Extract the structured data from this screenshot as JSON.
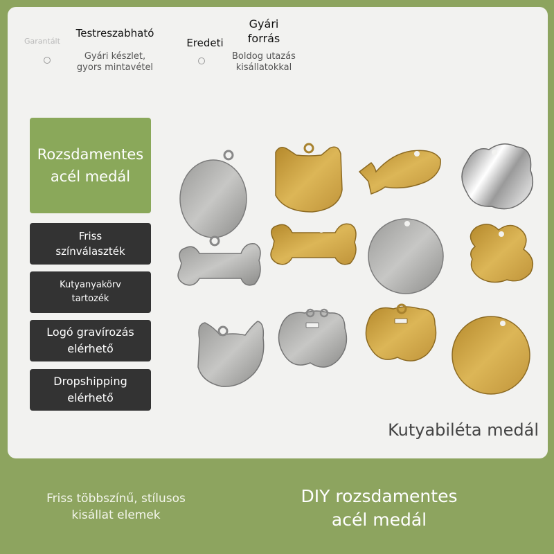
{
  "top_badges": [
    {
      "head": "Testreszabható",
      "sub": "Gyári készlet,\ngyors mintavétel"
    },
    {
      "head": "Eredeti",
      "sub": ""
    },
    {
      "head": "Gyári\nforrás",
      "sub": "Boldog utazás\nkisállatokkal"
    }
  ],
  "faded_label": "Garantált",
  "left_panel": {
    "title": "Rozsdamentes\nacél medál",
    "features": [
      "Friss\nszínválaszték",
      "Kutyanyakörv\ntartozék",
      "Logó gravírozás\nelérhető",
      "Dropshipping\nelérhető"
    ]
  },
  "product_caption": "Kutyabiléta medál",
  "footer": {
    "left": "Friss többszínű, stílusos\nkisállat elemek",
    "right": "DIY rozsdamentes\nacél medál"
  },
  "colors": {
    "background": "#8da45f",
    "accent_green": "#8aa85a",
    "dark_panel": "#333333",
    "silver": "#b8b8b6",
    "gold": "#c9a33e"
  }
}
